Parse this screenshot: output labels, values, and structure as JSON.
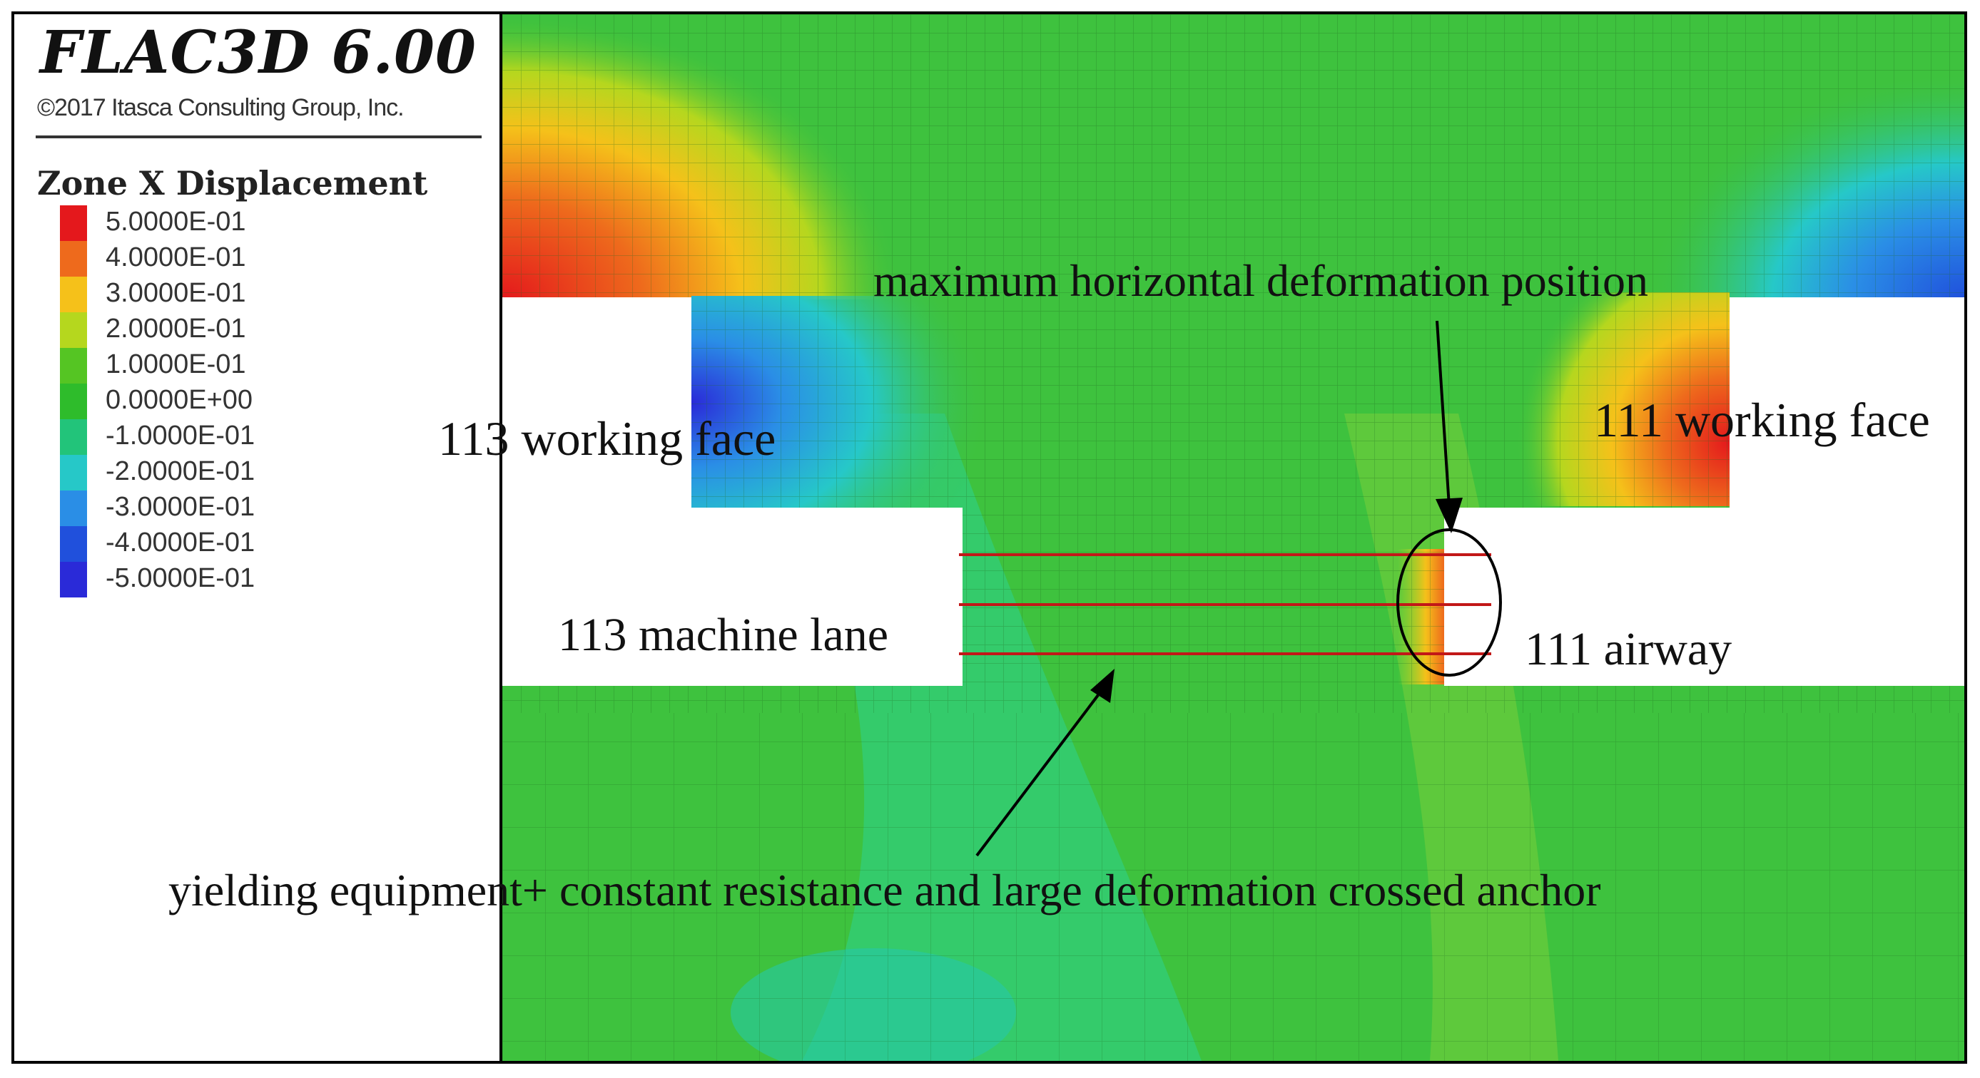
{
  "header": {
    "app_title": "FLAC3D 6.00",
    "copyright": "©2017 Itasca Consulting Group, Inc."
  },
  "legend": {
    "title": "Zone X Displacement",
    "items": [
      {
        "label": "5.0000E-01",
        "color": "#e4181c"
      },
      {
        "label": "4.0000E-01",
        "color": "#ee6a1c"
      },
      {
        "label": "3.0000E-01",
        "color": "#f5c11a"
      },
      {
        "label": "2.0000E-01",
        "color": "#b5d71e"
      },
      {
        "label": "1.0000E-01",
        "color": "#55c523"
      },
      {
        "label": "0.0000E+00",
        "color": "#2ebc2b"
      },
      {
        "label": "-1.0000E-01",
        "color": "#22c47a"
      },
      {
        "label": "-2.0000E-01",
        "color": "#26c8c8"
      },
      {
        "label": "-3.0000E-01",
        "color": "#2a8ee6"
      },
      {
        "label": "-4.0000E-01",
        "color": "#2050dc"
      },
      {
        "label": "-5.0000E-01",
        "color": "#2a2ad8"
      }
    ]
  },
  "annotations": {
    "max_deformation": "maximum horizontal deformation position",
    "face_113": "113 working face",
    "face_111": "111 working face",
    "machine_lane_113": "113 machine lane",
    "airway_111": "111 airway",
    "support": "yielding equipment+ constant resistance and large deformation crossed anchor"
  },
  "colors": {
    "background_green": "#3ec23e",
    "anchor_line": "#c21818",
    "excavation": "#ffffff"
  }
}
